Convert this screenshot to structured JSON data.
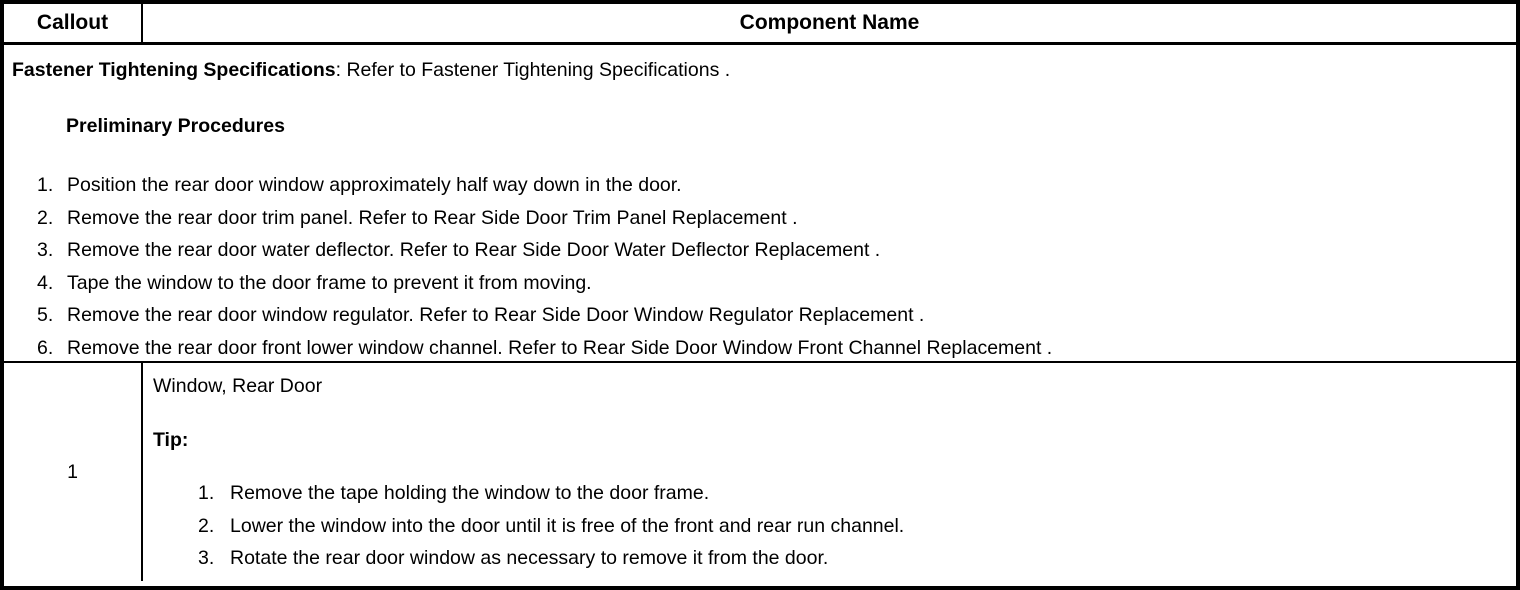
{
  "colors": {
    "border": "#000000",
    "text": "#000000",
    "background": "#ffffff"
  },
  "table": {
    "header": {
      "callout_label": "Callout",
      "component_name_label": "Component Name"
    },
    "spec_row": {
      "lead_bold": "Fastener Tightening Specifications",
      "lead_rest": ": Refer to Fastener Tightening Specifications .",
      "preliminary_heading": "Preliminary Procedures",
      "steps": [
        {
          "num": "1.",
          "text": "Position the rear door window approximately half way down in the door."
        },
        {
          "num": "2.",
          "text": "Remove the rear door trim panel. Refer to Rear Side Door Trim Panel Replacement ."
        },
        {
          "num": "3.",
          "text": "Remove the rear door water deflector. Refer to Rear Side Door Water Deflector Replacement ."
        },
        {
          "num": "4.",
          "text": "Tape the window to the door frame to prevent it from moving."
        },
        {
          "num": "5.",
          "text": "Remove the rear door window regulator. Refer to Rear Side Door Window Regulator Replacement ."
        },
        {
          "num": "6.",
          "text": "Remove the rear door front lower window channel. Refer to Rear Side Door Window Front Channel Replacement ."
        }
      ]
    },
    "component_row": {
      "callout": "1",
      "component_name": "Window, Rear Door",
      "tip_label": "Tip:",
      "tip_steps": [
        {
          "num": "1.",
          "text": "Remove the tape holding the window to the door frame."
        },
        {
          "num": "2.",
          "text": "Lower the window into the door until it is free of the front and rear run channel."
        },
        {
          "num": "3.",
          "text": "Rotate the rear door window as necessary to remove it from the door."
        }
      ]
    }
  }
}
